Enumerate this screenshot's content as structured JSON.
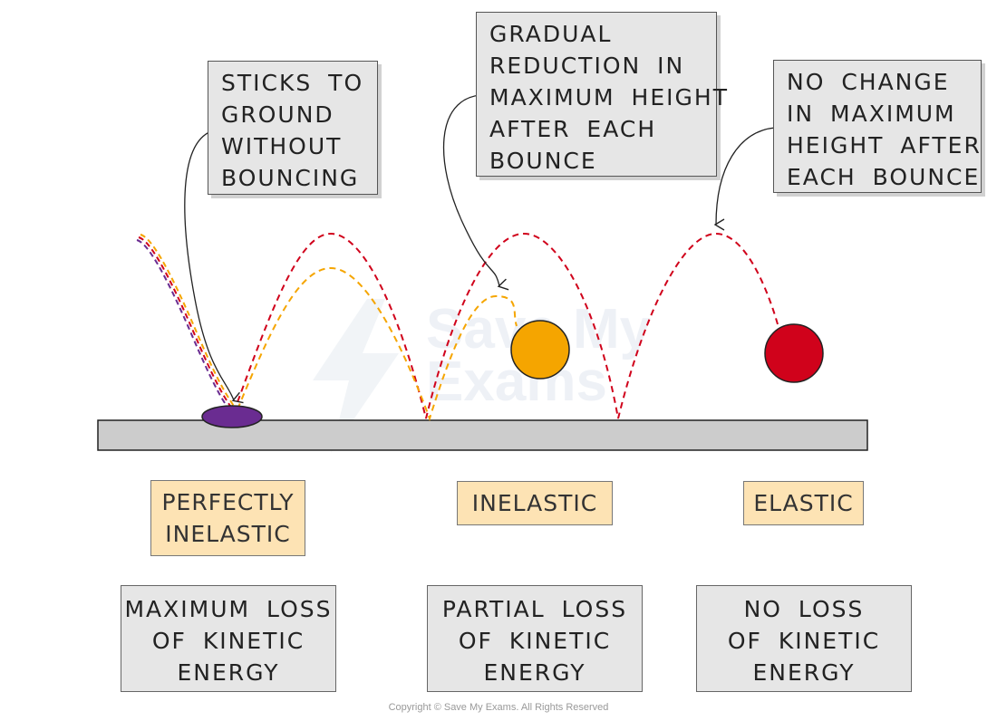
{
  "callouts": {
    "perfectly_inelastic": [
      "STICKS TO",
      "GROUND",
      "WITHOUT",
      "BOUNCING"
    ],
    "inelastic": [
      "GRADUAL",
      "REDUCTION IN",
      "MAXIMUM HEIGHT",
      "AFTER EACH",
      "BOUNCE"
    ],
    "elastic": [
      "NO CHANGE",
      "IN MAXIMUM",
      "HEIGHT AFTER",
      "EACH BOUNCE"
    ]
  },
  "collision_types": {
    "perfectly_inelastic": [
      "PERFECTLY",
      "INELASTIC"
    ],
    "inelastic": [
      "INELASTIC"
    ],
    "elastic": [
      "ELASTIC"
    ]
  },
  "energy_loss": {
    "perfectly_inelastic": [
      "MAXIMUM LOSS",
      "OF KINETIC",
      "ENERGY"
    ],
    "inelastic": [
      "PARTIAL LOSS",
      "OF KINETIC",
      "ENERGY"
    ],
    "elastic": [
      "NO LOSS",
      "OF KINETIC",
      "ENERGY"
    ]
  },
  "watermark": [
    "Save My",
    "Exams"
  ],
  "copyright": "Copyright © Save My Exams. All Rights Reserved",
  "colors": {
    "elastic_path": "#d0021b",
    "inelastic_path": "#f5a500",
    "perfectly_inelastic_path": "#6a2c91",
    "elastic_ball": "#d0021b",
    "inelastic_ball": "#f5a500",
    "squashed_ball": "#6a2c91",
    "ground": "#cccccc",
    "label_tan": "#fde3b4",
    "label_grey": "#e6e6e6"
  }
}
